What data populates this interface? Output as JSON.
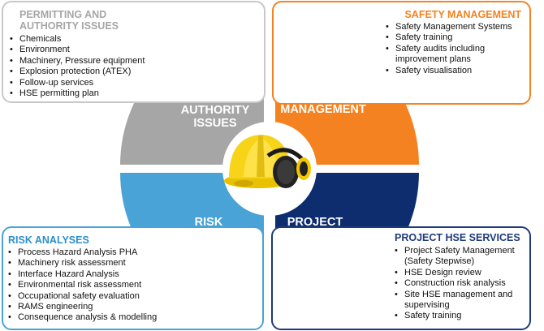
{
  "colors": {
    "gray": "#a6a6a6",
    "orange": "#f58220",
    "blue": "#4aa3d6",
    "navy": "#1f3a7a"
  },
  "icons": {
    "center": "hard-hat-ear-muffs-icon"
  },
  "boxes": {
    "permitting": {
      "title": "PERMITTING AND AUTHORITY ISSUES",
      "items": [
        "Chemicals",
        "Environment",
        "Machinery, Pressure equipment",
        "Explosion protection (ATEX)",
        "Follow-up services",
        "HSE permitting plan"
      ]
    },
    "safety": {
      "title": "SAFETY MANAGEMENT",
      "items": [
        "Safety Management Systems",
        "Safety training",
        "Safety audits including improvement plans",
        "Safety visualisation"
      ]
    },
    "risk": {
      "title": "RISK ANALYSES",
      "items": [
        "Process Hazard Analysis PHA",
        "Machinery  risk assessment",
        "Interface Hazard Analysis",
        "Environmental risk assessment",
        "Occupational safety evaluation",
        "RAMS engineering",
        "Consequence analysis & modelling"
      ]
    },
    "project": {
      "title": "PROJECT HSE SERVICES",
      "items": [
        "Project Safety Management (Safety Stepwise)",
        "HSE Design review",
        "Construction risk analysis",
        "Site HSE management and supervising",
        "Safety training"
      ]
    }
  },
  "wheel": {
    "tl": "PERMITTING AND AUTHORITY ISSUES",
    "tr": "SAFETY MANAGEMENT",
    "bl": "RISK ANALYSIS",
    "br": "PROJECT SERVICES"
  }
}
